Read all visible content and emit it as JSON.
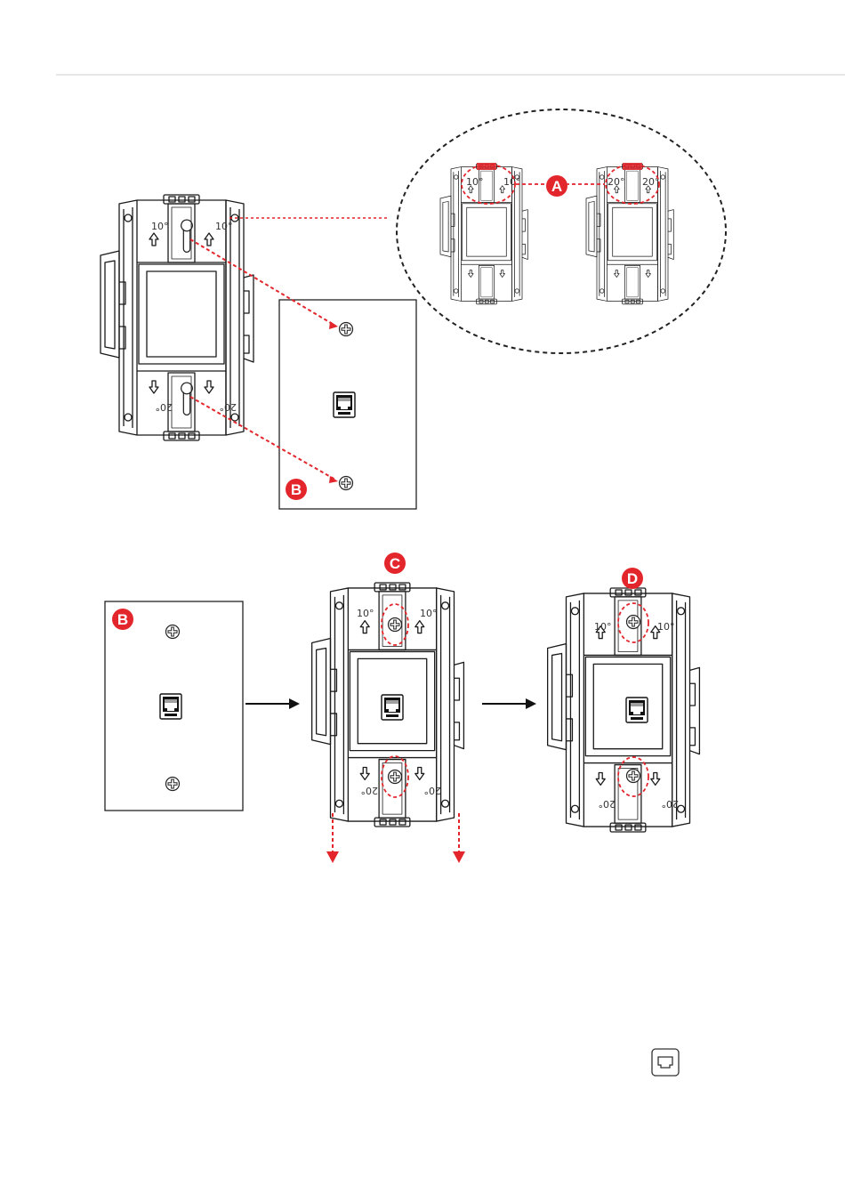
{
  "callouts": {
    "a": "A",
    "b": "B",
    "b2": "B",
    "c": "C",
    "d": "D"
  },
  "angles": {
    "ten": "10°",
    "twenty": "20°"
  },
  "colors": {
    "accent": "#e3262c",
    "line": "#222222",
    "divider": "#cccccc"
  },
  "icons": {
    "ethernet_port": "ethernet-port-icon",
    "screw": "screw-icon"
  }
}
